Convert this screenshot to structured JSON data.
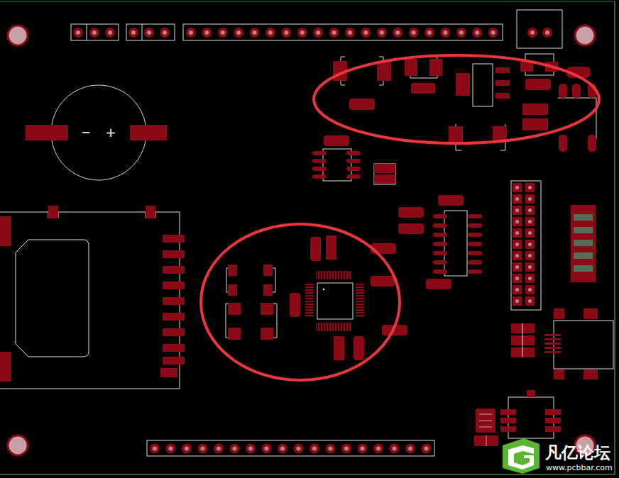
{
  "diagram": {
    "labels": [
      "−",
      "+",
      "凡亿论坛",
      "www.pcbbar.com"
    ]
  }
}
